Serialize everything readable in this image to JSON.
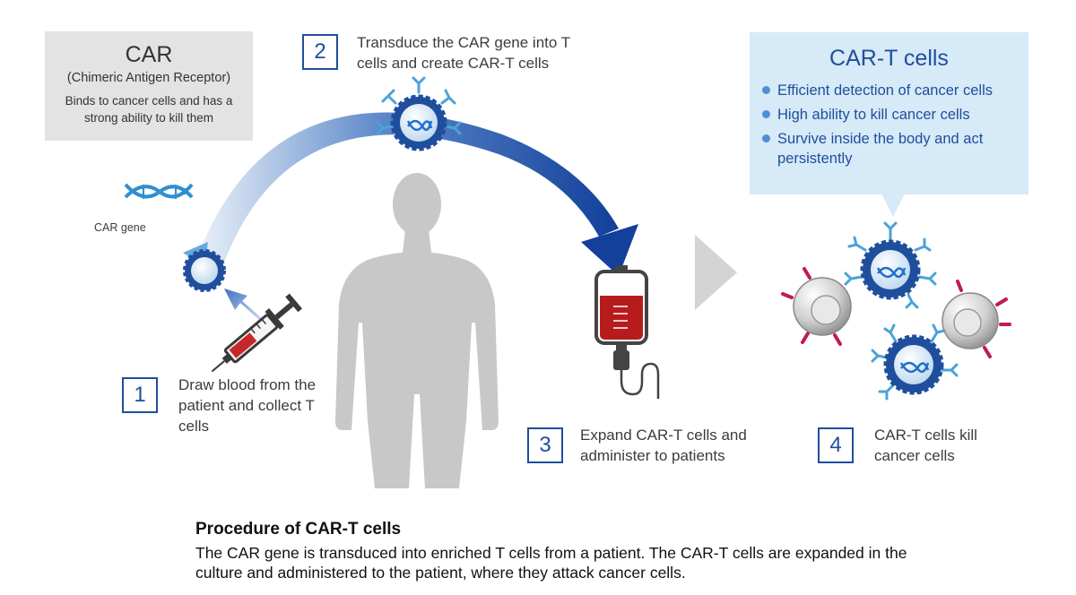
{
  "car_box": {
    "title": "CAR",
    "subtitle": "(Chimeric Antigen Receptor)",
    "description": "Binds to cancer cells and has a strong ability to kill them"
  },
  "gene_label": "CAR gene",
  "steps": [
    {
      "number": "1",
      "text": "Draw blood from the patient and collect T cells"
    },
    {
      "number": "2",
      "text": "Transduce the CAR gene into T cells and create CAR-T cells"
    },
    {
      "number": "3",
      "text": "Expand CAR-T cells and administer to patients"
    },
    {
      "number": "4",
      "text": "CAR-T cells kill cancer cells"
    }
  ],
  "cart_box": {
    "title": "CAR-T cells",
    "benefits": [
      "Efficient detection of cancer cells",
      "High ability to kill cancer cells",
      "Survive inside the body and act persistently"
    ]
  },
  "caption": {
    "title": "Procedure of CAR-T cells",
    "text": "The CAR gene is transduced into enriched T cells from a patient. The CAR-T cells are expanded in the culture and administered to the patient, where they attack cancer cells."
  },
  "colors": {
    "primary_blue": "#1f4e9c",
    "light_blue": "#d6eaf7",
    "receptor_blue": "#4aa3d8",
    "cancer_spike": "#c2185b",
    "blood_red": "#b71c1c",
    "silhouette_gray": "#c8c8c8"
  },
  "icons": [
    "dna-icon",
    "t-cell-icon",
    "syringe-icon",
    "iv-bag-icon",
    "human-silhouette",
    "cancer-cell-icon"
  ]
}
